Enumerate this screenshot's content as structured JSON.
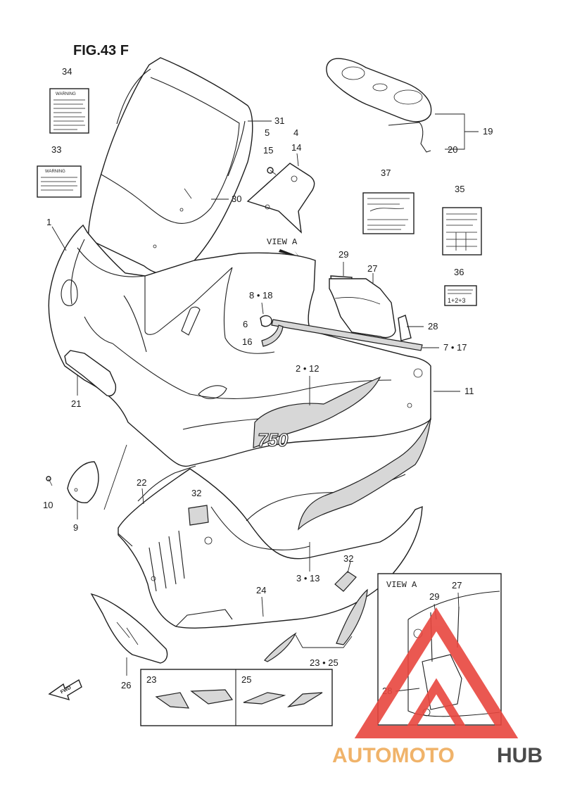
{
  "figure": {
    "title": "FIG.43 F"
  },
  "view_a": {
    "label": "VIEW A",
    "inset_title": "VIEW A"
  },
  "fwd_arrow": {
    "label": "FWD"
  },
  "labels": {
    "p1": "1",
    "p2_12": "2 • 12",
    "p3_13": "3 • 13",
    "p4": "4",
    "p14": "14",
    "p5": "5",
    "p15": "15",
    "p6": "6",
    "p7_17": "7 • 17",
    "p8_18": "8 • 18",
    "p9": "9",
    "p10": "10",
    "p11": "11",
    "p16": "16",
    "p19": "19",
    "p20": "20",
    "p21": "21",
    "p22": "22",
    "p23_25": "23 • 25",
    "p24": "24",
    "p26": "26",
    "p27": "27",
    "p28": "28",
    "p29": "29",
    "p30": "30",
    "p31": "31",
    "p32a": "32",
    "p32b": "32",
    "p33": "33",
    "p34": "34",
    "p35": "35",
    "p36": "36",
    "p37": "37",
    "box23": "23",
    "box25": "25",
    "inset29": "29",
    "inset27": "27",
    "inset28": "28"
  },
  "decals": {
    "warning_34": "WARNING",
    "warning_33": "WARNING",
    "model_mark": "750",
    "label_36": "1+2+3"
  },
  "watermark": {
    "part1": "AUTOMOTO",
    "part2": "HUB"
  },
  "colors": {
    "ink": "#1e1e1e",
    "watermark_red": "#e8473f",
    "watermark_gray": "#4a4a4a",
    "watermark_orange": "#f0b36a"
  }
}
